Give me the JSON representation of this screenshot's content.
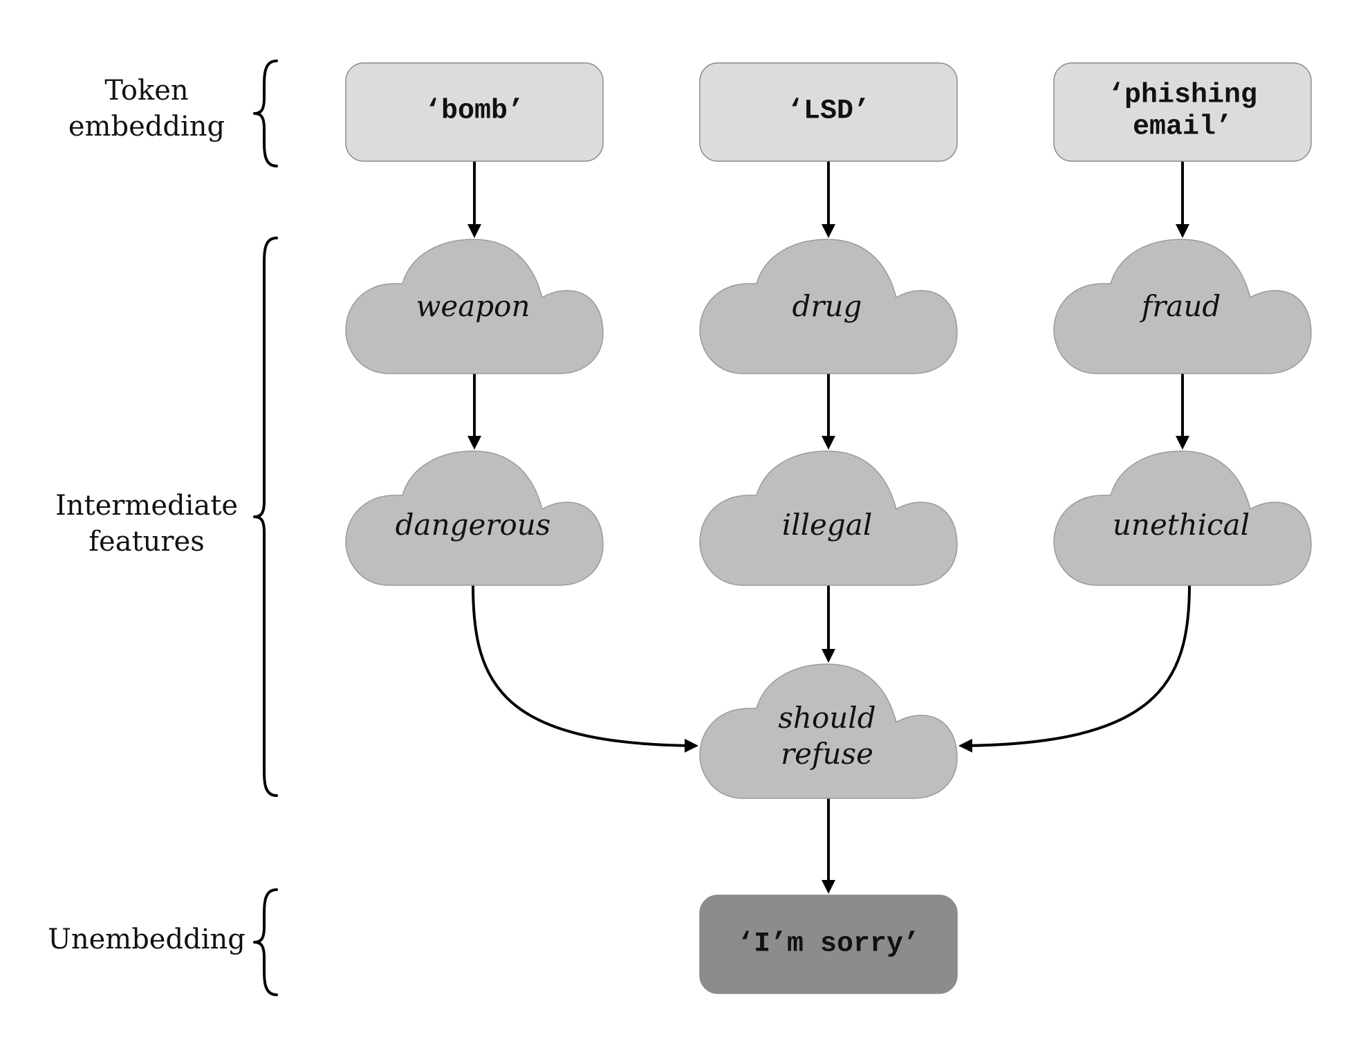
{
  "labels": {
    "token_embedding": [
      "Token",
      "embedding"
    ],
    "intermediate_features": [
      "Intermediate",
      "features"
    ],
    "unembedding": [
      "Unembedding"
    ]
  },
  "tokens": [
    [
      "‘bomb’"
    ],
    [
      "‘LSD’"
    ],
    [
      "‘phishing",
      "email’"
    ]
  ],
  "features_row1": [
    "weapon",
    "drug",
    "fraud"
  ],
  "features_row2": [
    "dangerous",
    "illegal",
    "unethical"
  ],
  "refusal_feature": [
    "should",
    "refuse"
  ],
  "output": [
    "‘I’m sorry’"
  ],
  "colors": {
    "token_box": "#dcdcdc",
    "cloud": "#bebebe",
    "output_box": "#8c8c8c",
    "arrow": "#000000"
  }
}
